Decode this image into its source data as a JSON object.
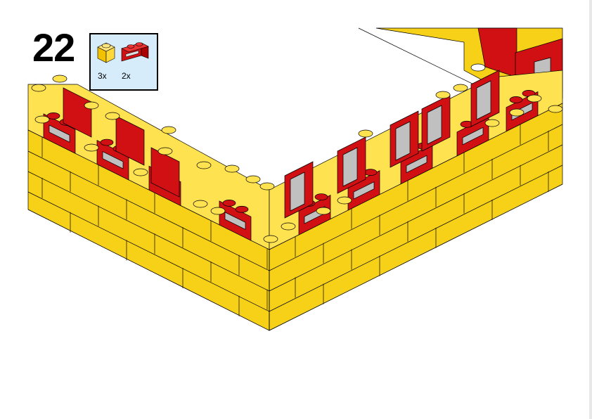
{
  "step": {
    "number": "22"
  },
  "parts_list": [
    {
      "part": "yellow-1x1-brick",
      "quantity": "3x",
      "color": "#f7d117"
    },
    {
      "part": "red-1x2-window-brick",
      "quantity": "2x",
      "color": "#c91a09"
    }
  ],
  "colors": {
    "yellow": "#f7d117",
    "yellow_top": "#ffe250",
    "red": "#d01012",
    "glass": "#c0c0c0",
    "parts_bg": "#d6ecfb"
  }
}
